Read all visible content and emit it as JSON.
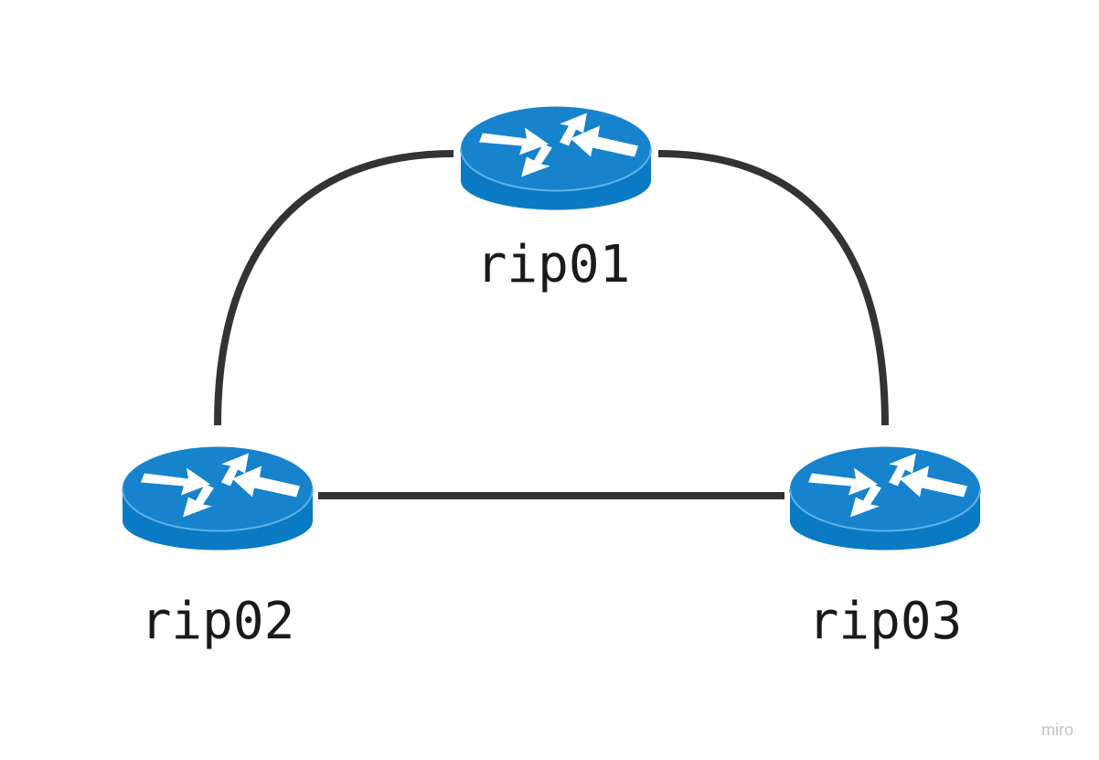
{
  "diagram": {
    "type": "network-topology",
    "nodes": [
      {
        "id": "rip01",
        "label": "rip01",
        "icon": "router-icon"
      },
      {
        "id": "rip02",
        "label": "rip02",
        "icon": "router-icon"
      },
      {
        "id": "rip03",
        "label": "rip03",
        "icon": "router-icon"
      }
    ],
    "links": [
      {
        "from": "rip01",
        "to": "rip02"
      },
      {
        "from": "rip01",
        "to": "rip03"
      },
      {
        "from": "rip02",
        "to": "rip03"
      }
    ],
    "colors": {
      "router_body": "#0b7ac4",
      "router_top": "#1683cc",
      "router_arrows": "#ffffff",
      "link": "#333333"
    }
  },
  "watermark": "miro"
}
